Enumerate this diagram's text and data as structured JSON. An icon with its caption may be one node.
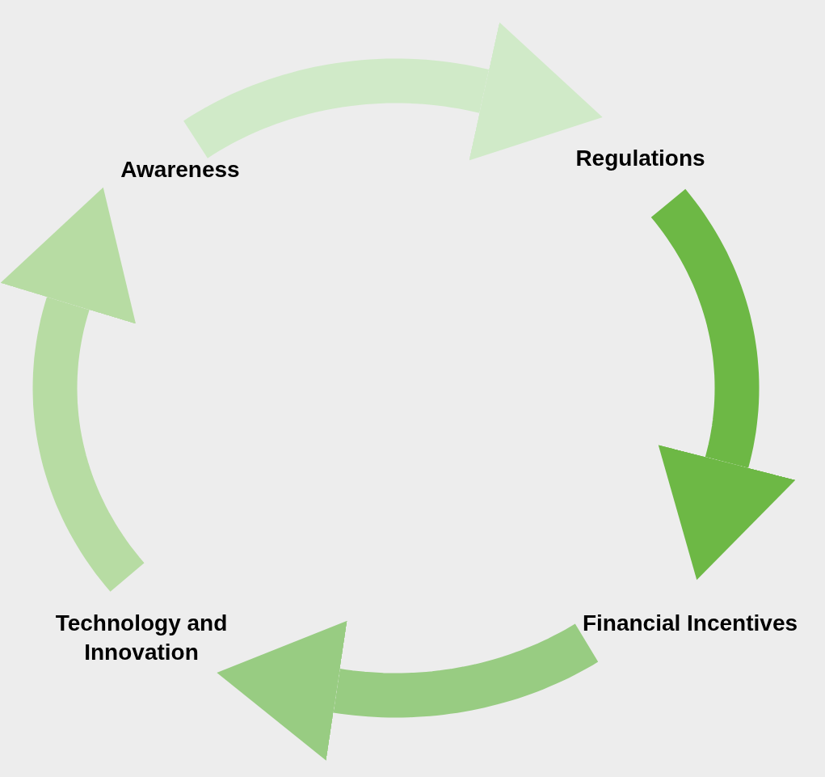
{
  "diagram": {
    "nodes": [
      {
        "text": [
          "Awareness"
        ]
      },
      {
        "text": [
          "Regulations"
        ]
      },
      {
        "text": [
          "Financial Incentives"
        ]
      },
      {
        "text": [
          "Technology and Innovation"
        ]
      }
    ],
    "edges": [
      {
        "from": 0,
        "to": 1,
        "arrow": "to",
        "color": "#d0eac8"
      },
      {
        "from": 1,
        "to": 2,
        "arrow": "to",
        "color": "#6db845"
      },
      {
        "from": 2,
        "to": 3,
        "arrow": "to",
        "color": "#98cc82"
      },
      {
        "from": 3,
        "to": 0,
        "arrow": "to",
        "color": "#b7dca3"
      }
    ]
  }
}
